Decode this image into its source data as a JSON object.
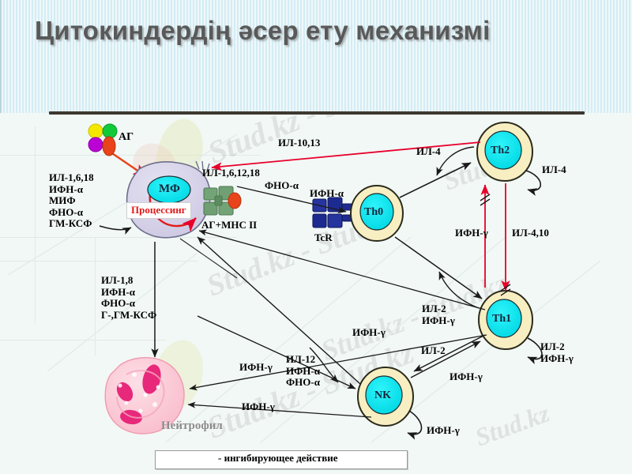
{
  "slide": {
    "title": "Цитокиндердің әсер ету механизмі"
  },
  "cells": [
    {
      "id": "mf",
      "name": "МФ",
      "label": "МФ"
    },
    {
      "id": "th0",
      "name": "Th0",
      "label": "Th0"
    },
    {
      "id": "th1",
      "name": "Th1",
      "label": "Th1"
    },
    {
      "id": "th2",
      "name": "Th2",
      "label": "Th2"
    },
    {
      "id": "nk",
      "name": "NK",
      "label": "NK"
    }
  ],
  "annotations": {
    "antigen": "АГ",
    "processing": "Процессинг",
    "ag_mhc": "АГ+МНС II",
    "tcr": "TcR",
    "neutrophil": "Нейтрофил"
  },
  "cytokine_labels": {
    "mf_out_left": "ИЛ-1,6,18\nИФН-α\nМИФ\nФНО-α\nГМ-КСФ",
    "mf_out_left_lines": [
      "ИЛ-1,6,18",
      "ИФН-α",
      "МИФ",
      "ФНО-α",
      "ГМ-КСФ"
    ],
    "mf_to_neutrophil_lines": [
      "ИЛ-1,8",
      "ИФН-α",
      "ФНО-α",
      "Г-,ГМ-КСФ"
    ],
    "mf_to_th0_top": "ИЛ-1,6,12,18",
    "mf_to_th0_tnf": "ФНО-α",
    "mf_to_th0_ifn": "ИФН-α",
    "th2_inhibits_mf": "ИЛ-10,13",
    "th0_to_th2": "ИЛ-4",
    "th2_self": "ИЛ-4",
    "th2_to_th1_ifn": "ИФН-γ",
    "th1_inhibited_by": "ИЛ-4,10",
    "th1_to_th0_lines": [
      "ИЛ-2",
      "ИФН-γ"
    ],
    "nk_to_th1": "ИЛ-2",
    "th1_to_nk": "ИФН-γ",
    "th1_self_lines": [
      "ИЛ-2",
      "ИФН-γ"
    ],
    "nk_self": "ИФН-γ",
    "mf_to_nk_lines": [
      "ИЛ-12",
      "ИФН-α",
      "ФНО-α"
    ],
    "nk_to_mf_ifn": "ИФН-γ",
    "th1_to_mf_ifn": "ИФН-γ",
    "neutrophil_in_ifn": "ИФН-γ"
  },
  "legend": {
    "text": "- ингибирующее действие",
    "arrow_color": "#e8002a"
  },
  "colors": {
    "header_bg": "#dceff5",
    "title_text": "#595959",
    "canvas_bg": "#f2f8f6",
    "cell_nucleus": "#00e5ee",
    "cell_cytoplasm": "#f7eec2",
    "cell_outline": "#2b2b1c",
    "macrophage_body": "#d8d4ea",
    "macrophage_outline": "#6e6e8a",
    "mhc_green": "#6f9f72",
    "tcr_blue": "#1d2a8f",
    "antigen_red": "#e8431a",
    "inhibitory_arrow": "#e8002a",
    "activating_arrow": "#1a1a1a",
    "neutrophil_body": "#fbc9d4",
    "neutrophil_nucleus": "#e8287a",
    "processing_text": "#e01b1b"
  },
  "watermarks": [
    "Stud.kz - Stud.kz",
    "Stud.kz",
    "Stud.kz"
  ]
}
